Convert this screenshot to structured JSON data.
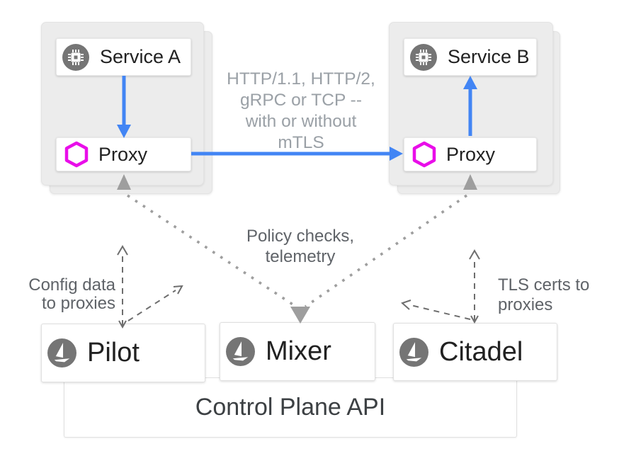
{
  "diagram": "istio-service-mesh-architecture",
  "colors": {
    "traffic_blue": "#4285f4",
    "proxy_magenta": "#e90ee9",
    "icon_gray": "#757575",
    "telemetry_gray": "#9e9e9e",
    "dashed_gray": "#6e6e6e",
    "pod_gray": "#ececec",
    "label_dark": "#212121",
    "annotation_gray": "#5f6368",
    "traffic_label_gray": "#9aa0a6"
  },
  "mesh": {
    "pod_a": {
      "service_label": "Service A",
      "proxy_label": "Proxy"
    },
    "pod_b": {
      "service_label": "Service B",
      "proxy_label": "Proxy"
    }
  },
  "control_plane": {
    "pilot_label": "Pilot",
    "mixer_label": "Mixer",
    "citadel_label": "Citadel",
    "api_label": "Control Plane API"
  },
  "annotations": {
    "traffic_lines": [
      "HTTP/1.1, HTTP/2,",
      "gRPC or TCP --",
      "with or without",
      "mTLS"
    ],
    "policy_lines": [
      "Policy checks,",
      "telemetry"
    ],
    "config_lines": [
      "Config data",
      "to proxies"
    ],
    "tls_lines": [
      "TLS certs to",
      "proxies"
    ]
  }
}
